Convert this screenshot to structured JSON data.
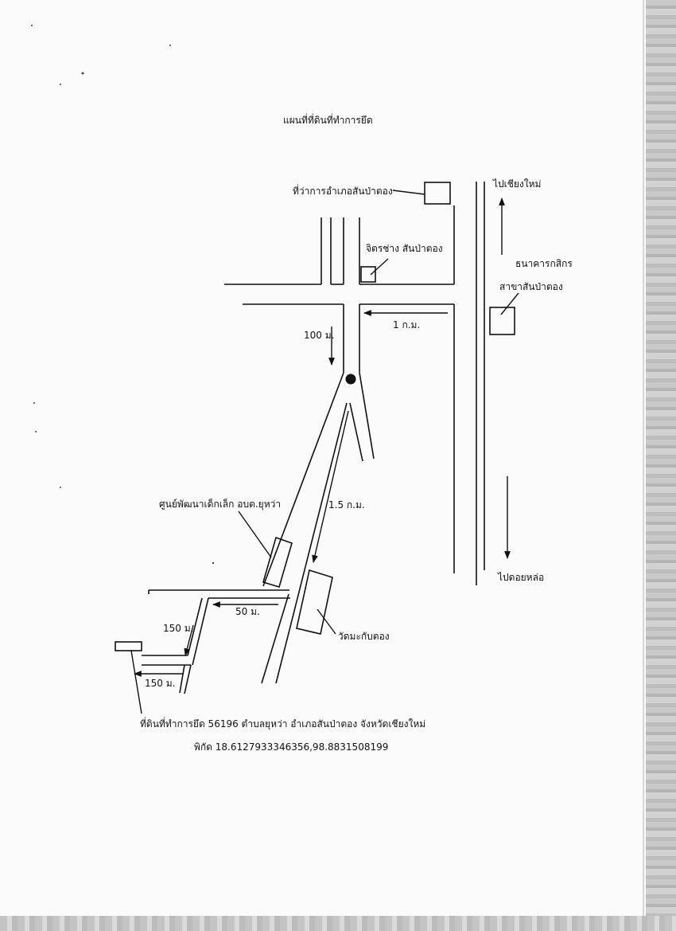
{
  "title": "แผนที่ที่ดินที่ทำการยึด",
  "labels": {
    "district_office": "ที่ว่าการอำเภอสันป่าตอง",
    "shop": "จิตรช่าง สันป่าตอง",
    "bank_line1": "ธนาคารกสิกร",
    "bank_line2": "สาขาสันป่าตอง",
    "to_chiang_mai": "ไปเชียงใหม่",
    "to_doi_lo": "ไปดอยหล่อ",
    "nursery": "ศูนย์พัฒนาเด็กเล็ก อบต.ยุหว่า",
    "temple": "วัดมะกับตอง"
  },
  "distances": {
    "d100": "100 ม.",
    "d1km": "1 ก.ม.",
    "d15km": "1.5 ก.ม.",
    "d50": "50 ม.",
    "d150a": "150 ม.",
    "d150b": "150 ม."
  },
  "footer": {
    "location": "ที่ดินที่ทำการยึด 56196 ตำบลยุหว่า อำเภอสันป่าตอง จังหวัดเชียงใหม่",
    "coordinates": "พิกัด 18.6127933346356,98.8831508199"
  },
  "colors": {
    "ink": "#111111",
    "paper": "#fbfbfb",
    "scan_edge": "#c4c4c4"
  },
  "icons": {
    "arrow": "arrow-icon",
    "marker": "location-dot-icon"
  }
}
